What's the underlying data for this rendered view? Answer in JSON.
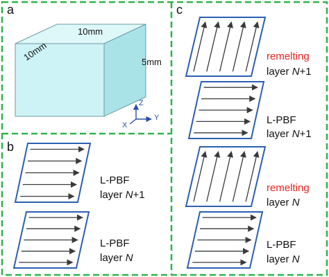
{
  "colors": {
    "dashed_border": "#2db34a",
    "parallelogram_stroke": "#2b5fb0",
    "arrow": "#3a3a3a",
    "cube_front": "#cdf3f6",
    "cube_top": "#def8fa",
    "cube_side": "#a9e3e8",
    "remelting_text": "#e8231f",
    "axis": "#2b4fa6"
  },
  "panel_a": {
    "label": "a",
    "dim_top": "10mm",
    "dim_left": "10mm",
    "dim_right": "5mm",
    "axes": {
      "z": "Z",
      "y": "Y",
      "x": "X"
    }
  },
  "panel_b": {
    "label": "b",
    "layer_top": {
      "line1": "L-PBF",
      "line2_prefix": "layer ",
      "line2_n": "N",
      "line2_suffix": "+1"
    },
    "layer_bottom": {
      "line1": "L-PBF",
      "line2_prefix": "layer ",
      "line2_n": "N"
    }
  },
  "panel_c": {
    "label": "c",
    "layers": [
      {
        "line1": "remelting",
        "line2_prefix": "layer ",
        "line2_n": "N",
        "line2_suffix": "+1",
        "red": true
      },
      {
        "line1": "L-PBF",
        "line2_prefix": "layer ",
        "line2_n": "N",
        "line2_suffix": "+1",
        "red": false
      },
      {
        "line1": "remelting",
        "line2_prefix": "layer ",
        "line2_n": "N",
        "line2_suffix": "",
        "red": true
      },
      {
        "line1": "L-PBF",
        "line2_prefix": "layer ",
        "line2_n": "N",
        "line2_suffix": "",
        "red": false
      }
    ]
  }
}
